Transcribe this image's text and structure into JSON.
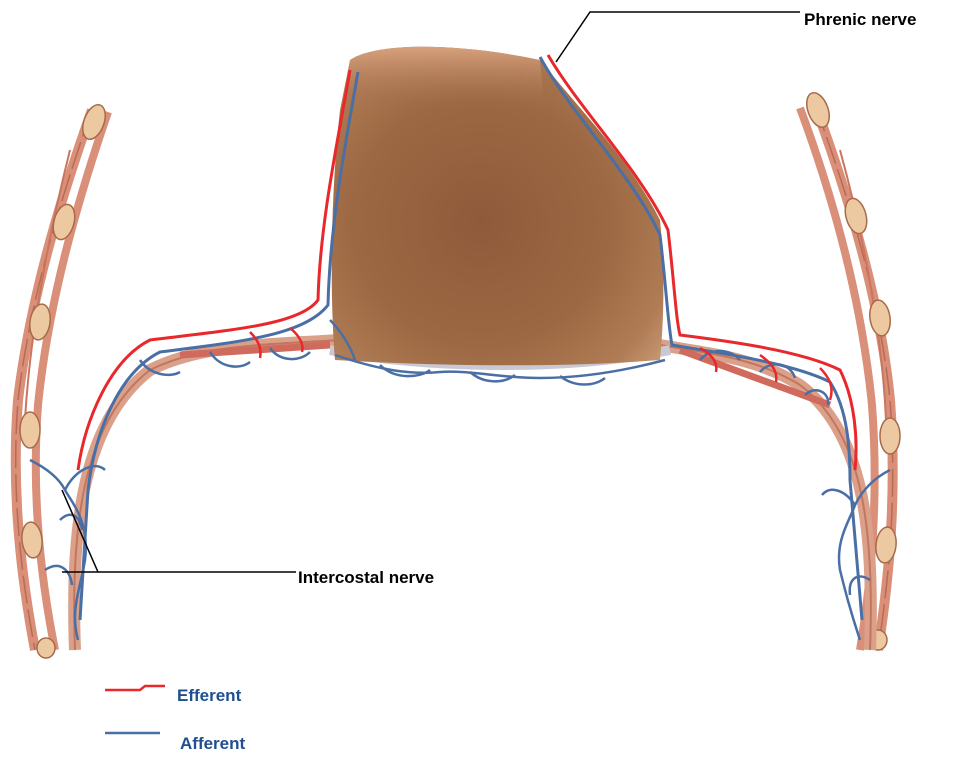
{
  "labels": {
    "phrenic": "Phrenic nerve",
    "intercostal": "Intercostal nerve"
  },
  "legend": {
    "efferent": {
      "label": "Efferent",
      "color": "#e8282b"
    },
    "afferent": {
      "label": "Afferent",
      "color": "#4a6fa5"
    }
  },
  "colors": {
    "heart": "#9a6440",
    "muscle": "#d98f78",
    "rib": "#ecc9a0",
    "label_text_efferent": "#1f4f8f",
    "label_text_afferent": "#1f4f8f"
  }
}
